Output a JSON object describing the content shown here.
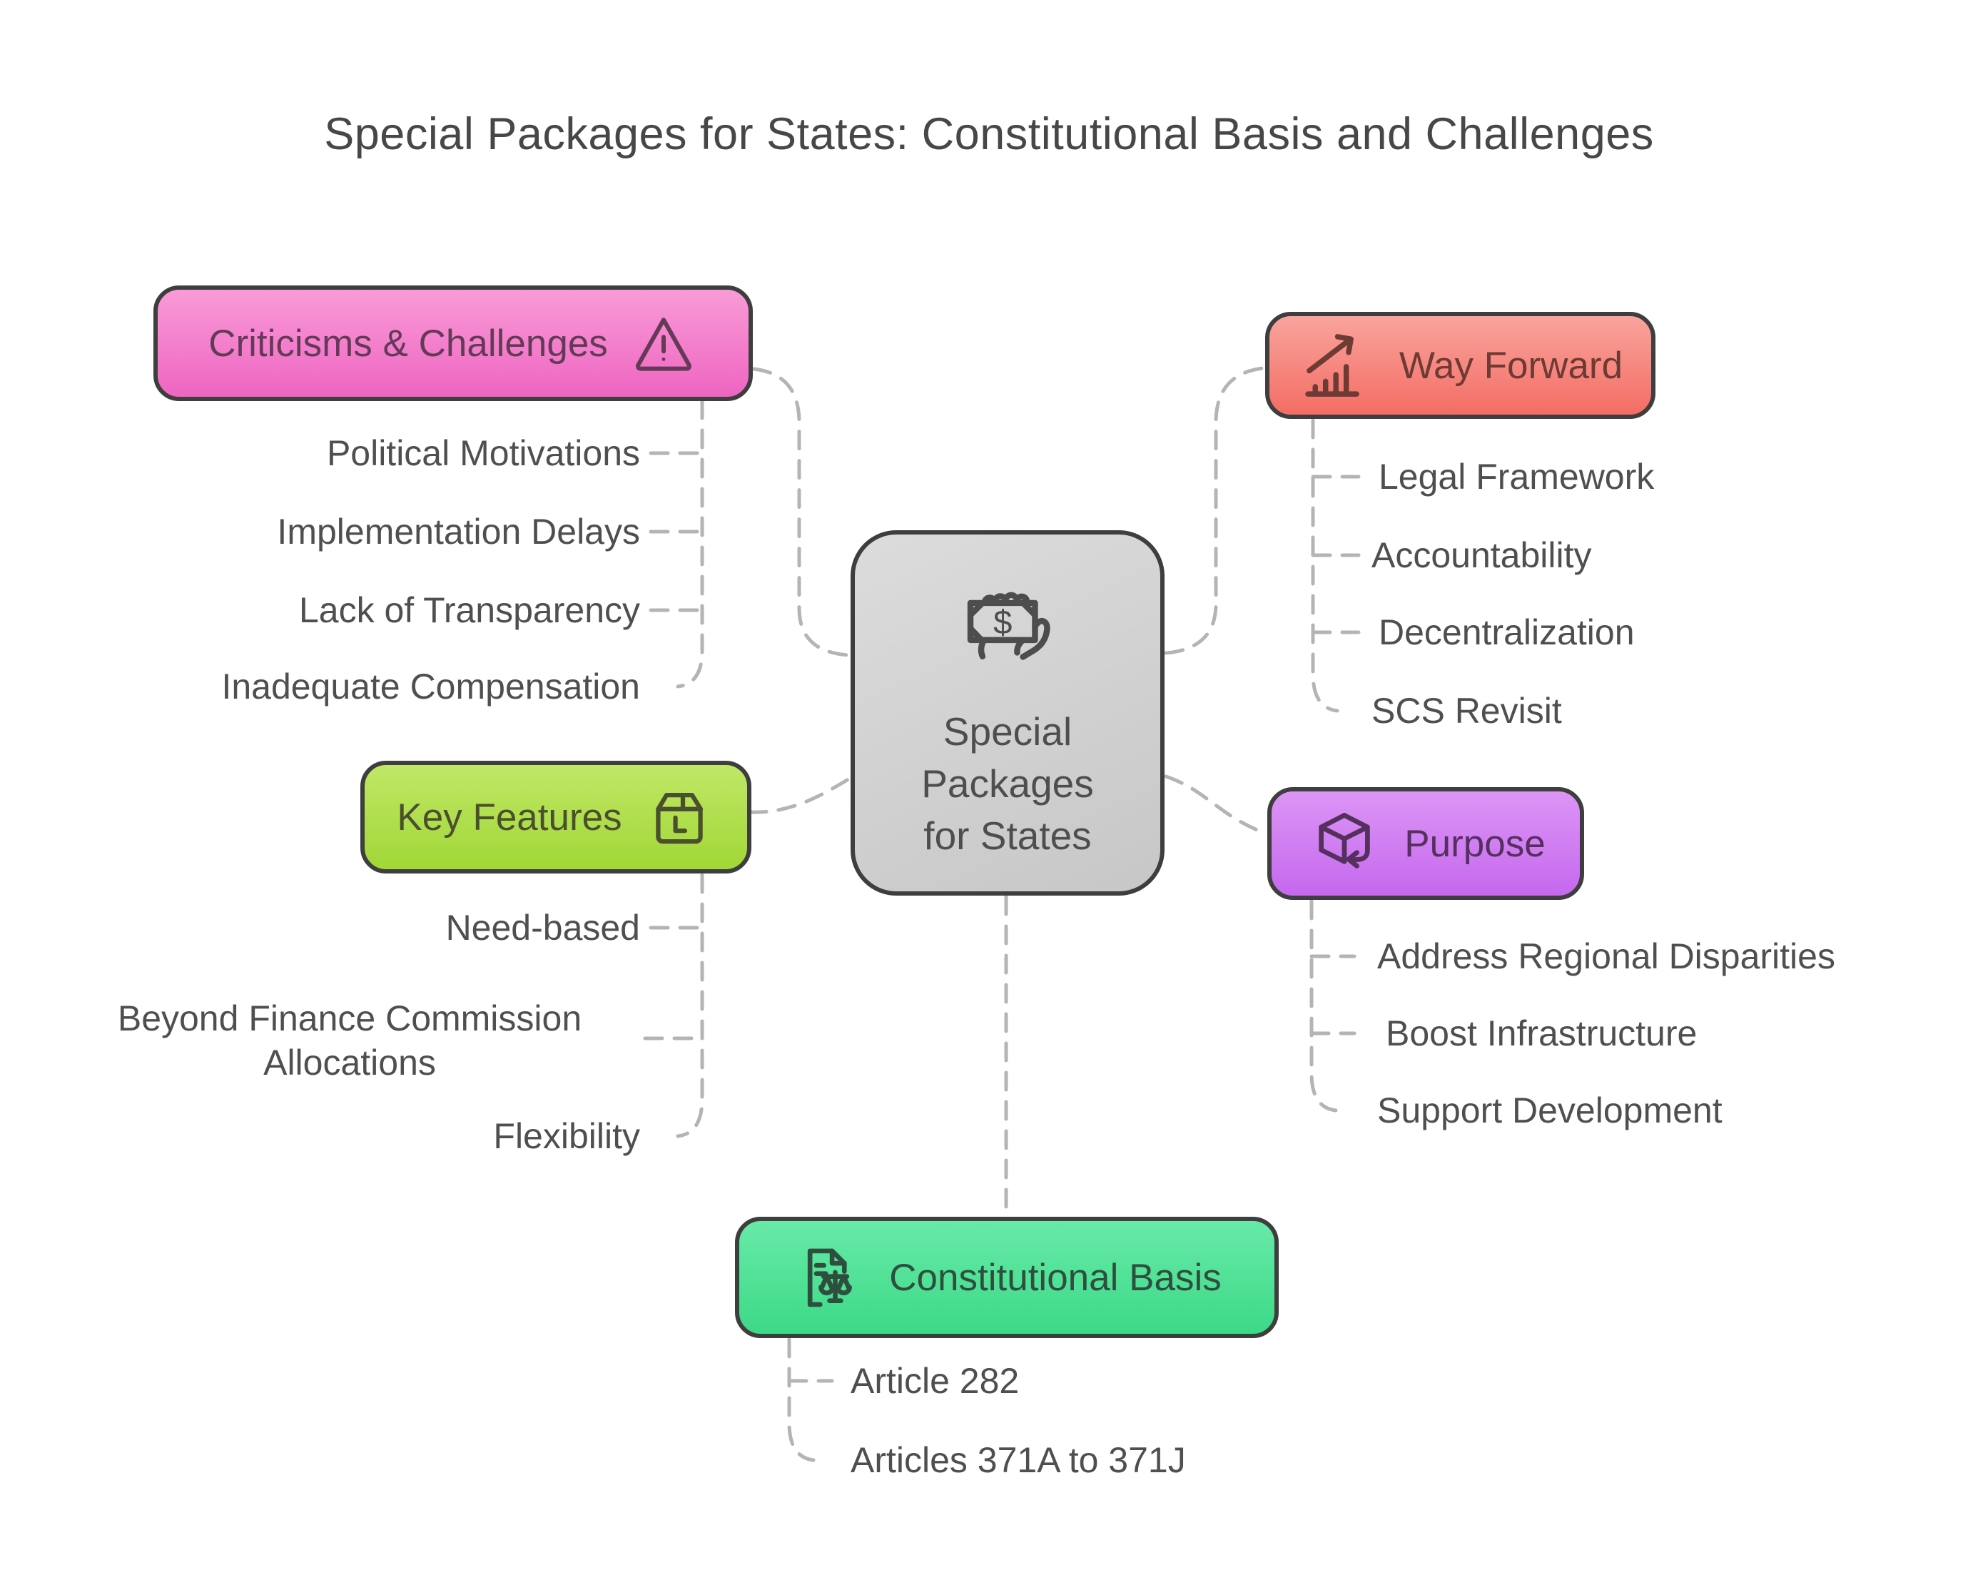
{
  "palette": {
    "background": "#ffffff",
    "title_text": "#474747",
    "item_text": "#4f4f4f",
    "node_border": "#3e3e3e",
    "connector": "#b4b4b4"
  },
  "title": "Special Packages for States: Constitutional Basis and Challenges",
  "center": {
    "label": "Special\nPackages\nfor States",
    "icon": "money-in-hand-icon",
    "colors": {
      "top": "#dcdcdc",
      "bottom": "#c7c7c7",
      "text": "#4e4e4e"
    }
  },
  "branches": [
    {
      "id": "criticisms",
      "label": "Criticisms & Challenges",
      "icon": "warning-triangle-icon",
      "colors": {
        "top": "#f99bd7",
        "bottom": "#ee65c2",
        "text": "#643a57"
      },
      "items": [
        "Political Motivations",
        "Implementation Delays",
        "Lack of Transparency",
        "Inadequate Compensation"
      ]
    },
    {
      "id": "way-forward",
      "label": "Way Forward",
      "icon": "growth-chart-icon",
      "colors": {
        "top": "#f9a49d",
        "bottom": "#f36d64",
        "text": "#6e3a34"
      },
      "items": [
        "Legal Framework",
        "Accountability",
        "Decentralization",
        "SCS Revisit"
      ]
    },
    {
      "id": "key-features",
      "label": "Key Features",
      "icon": "package-carton-icon",
      "colors": {
        "top": "#c0e766",
        "bottom": "#a1d737",
        "text": "#4a4f2d"
      },
      "items": [
        "Need-based",
        "Beyond Finance Commission Allocations",
        "Flexibility"
      ]
    },
    {
      "id": "purpose",
      "label": "Purpose",
      "icon": "cube-return-icon",
      "colors": {
        "top": "#dc95f5",
        "bottom": "#c568ee",
        "text": "#55305e"
      },
      "items": [
        "Address Regional Disparities",
        "Boost Infrastructure",
        "Support Development"
      ]
    },
    {
      "id": "constitutional-basis",
      "label": "Constitutional Basis",
      "icon": "document-scales-icon",
      "colors": {
        "top": "#68eaa8",
        "bottom": "#3cd987",
        "text": "#2e4f3d"
      },
      "items": [
        "Article 282",
        "Articles 371A to 371J"
      ]
    }
  ]
}
